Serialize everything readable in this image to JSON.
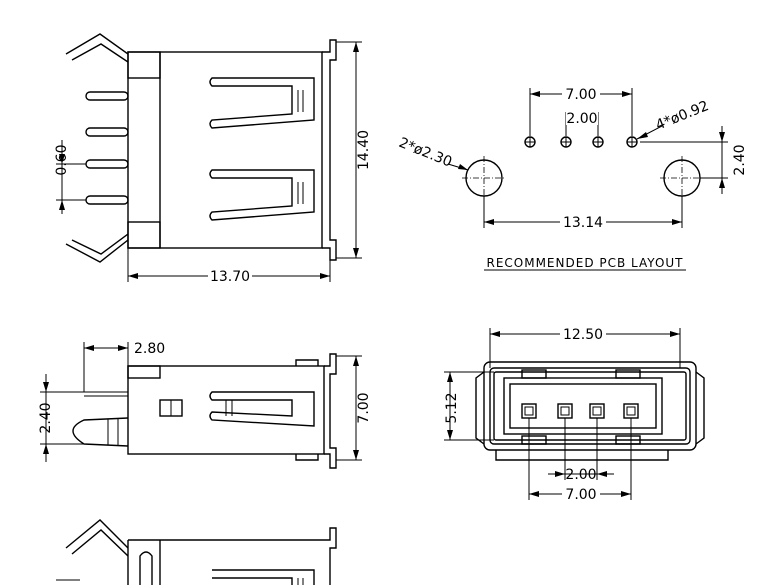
{
  "caption": "RECOMMENDED PCB LAYOUT",
  "dims": {
    "top_pin_pitch": "0.60",
    "top_height": "14.40",
    "top_length": "13.70",
    "pcb_outer_pitch": "7.00",
    "pcb_inner_pitch": "2.00",
    "pcb_small_holes": "4*ø0.92",
    "pcb_large_holes": "2*ø2.30",
    "pcb_row_offset": "2.40",
    "pcb_peg_pitch": "13.14",
    "side_pin_offset": "2.80",
    "side_pin_height": "2.40",
    "side_height": "7.00",
    "front_width": "12.50",
    "front_height": "5.12",
    "front_inner_pitch": "2.00",
    "front_outer_pitch": "7.00"
  }
}
